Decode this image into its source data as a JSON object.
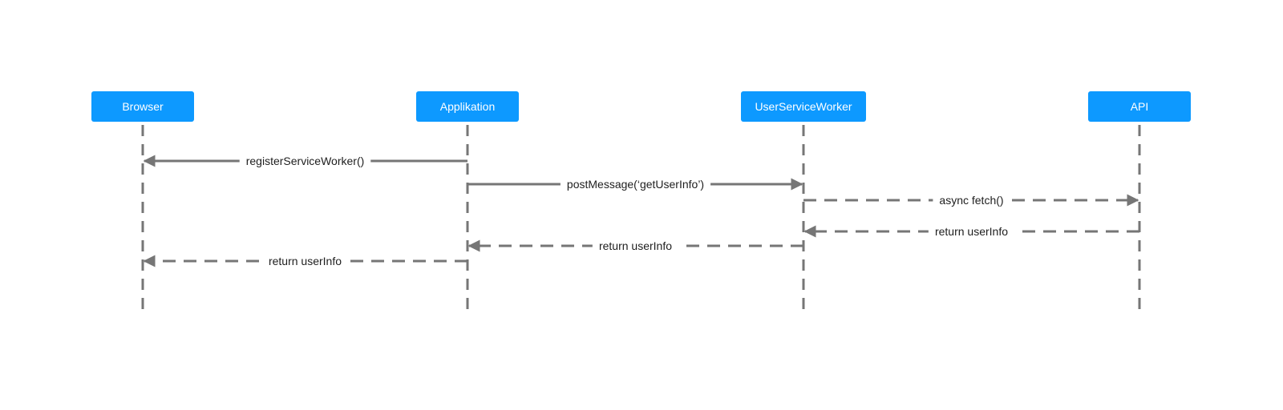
{
  "participants": [
    {
      "id": "browser",
      "label": "Browser"
    },
    {
      "id": "app",
      "label": "Applikation"
    },
    {
      "id": "usw",
      "label": "UserServiceWorker"
    },
    {
      "id": "api",
      "label": "API"
    }
  ],
  "messages": [
    {
      "from": "app",
      "to": "browser",
      "label": "registerServiceWorker()",
      "style": "solid"
    },
    {
      "from": "app",
      "to": "usw",
      "label": "postMessage(‘getUserInfo’)",
      "style": "solid"
    },
    {
      "from": "usw",
      "to": "api",
      "label": "async fetch()",
      "style": "dashed"
    },
    {
      "from": "api",
      "to": "usw",
      "label": "return userInfo",
      "style": "dashed"
    },
    {
      "from": "usw",
      "to": "app",
      "label": "return userInfo",
      "style": "dashed"
    },
    {
      "from": "app",
      "to": "browser",
      "label": "return userInfo",
      "style": "dashed"
    }
  ],
  "colors": {
    "actor_fill": "#0d99ff",
    "actor_text": "#ffffff",
    "line": "#767676",
    "label_text": "#1e1e1e"
  }
}
